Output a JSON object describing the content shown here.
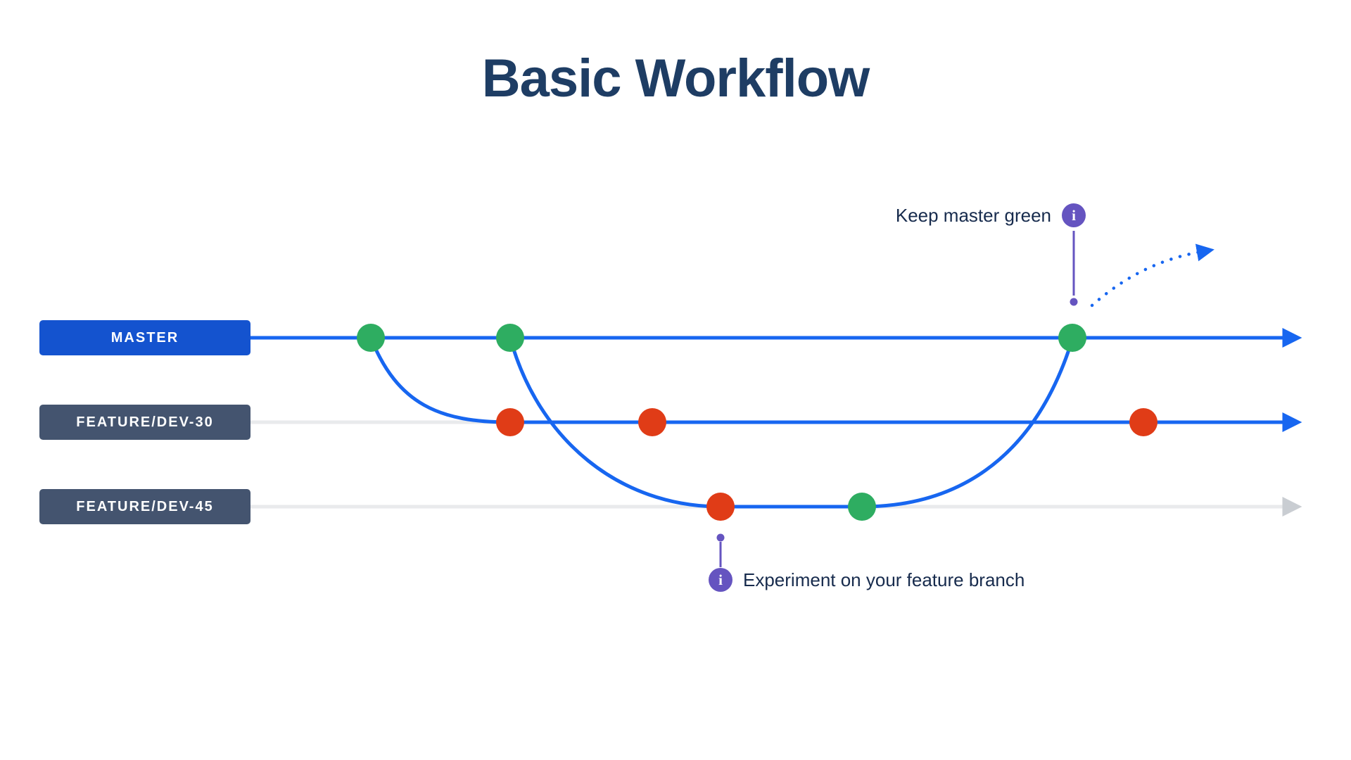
{
  "title": "Basic Workflow",
  "branches": [
    {
      "label": "MASTER",
      "commit_colors": [
        "green",
        "green",
        "green"
      ]
    },
    {
      "label": "FEATURE/DEV-30",
      "commit_colors": [
        "red",
        "red",
        "red"
      ]
    },
    {
      "label": "FEATURE/DEV-45",
      "commit_colors": [
        "red",
        "green"
      ]
    }
  ],
  "annotations": {
    "keep_master_green": {
      "text": "Keep master green",
      "glyph": "i"
    },
    "experiment": {
      "text": "Experiment on your feature branch",
      "glyph": "i"
    }
  },
  "colors": {
    "blue": "#1766f0",
    "masterLabel": "#1453cf",
    "featureLabel": "#44546f",
    "green": "#2ead61",
    "red": "#e03c17",
    "purple": "#6554c0",
    "track": "#e9eaec",
    "trackArrow": "#c9cdd2",
    "title": "#1e3d64",
    "text": "#172b4d"
  }
}
